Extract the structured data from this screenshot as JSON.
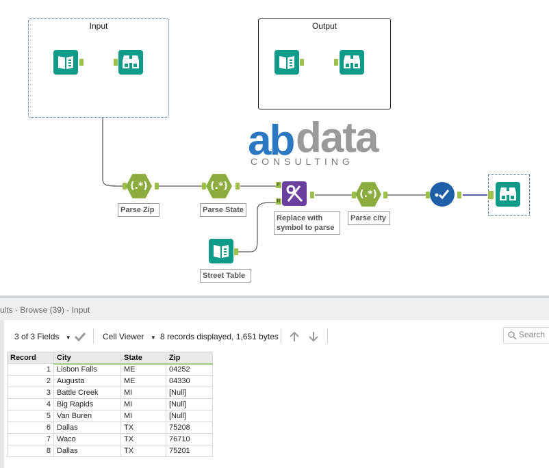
{
  "containers": {
    "input_title": "Input",
    "output_title": "Output"
  },
  "logo": {
    "part1": "ab",
    "part2": "data",
    "sub": "CONSULTING"
  },
  "tools": {
    "parse_zip": "Parse Zip",
    "parse_state": "Parse State",
    "replace_line1": "Replace with",
    "replace_line2": "symbol to parse",
    "parse_city": "Parse city",
    "street_table": "Street Table",
    "regex_glyph": "(.*)",
    "anchor_f": "F",
    "anchor_r": "R"
  },
  "results": {
    "title": "ults - Browse (39) - Input",
    "fields_label": "3 of 3 Fields",
    "cell_viewer": "Cell Viewer",
    "records_info": "8 records displayed, 1,651 bytes",
    "search_placeholder": "Search"
  },
  "table": {
    "headers": [
      "Record",
      "City",
      "State",
      "Zip"
    ],
    "rows": [
      [
        "1",
        "Lisbon Falls",
        "ME",
        "04252"
      ],
      [
        "2",
        "Augusta",
        "ME",
        "04330"
      ],
      [
        "3",
        "Battle Creek",
        "MI",
        "[Null]"
      ],
      [
        "4",
        "Big Rapids",
        "MI",
        "[Null]"
      ],
      [
        "5",
        "Van Buren",
        "MI",
        "[Null]"
      ],
      [
        "6",
        "Dallas",
        "TX",
        "75208"
      ],
      [
        "7",
        "Waco",
        "TX",
        "76710"
      ],
      [
        "8",
        "Dallas",
        "TX",
        "75201"
      ]
    ]
  },
  "colors": {
    "teal": "#0f9a8a",
    "olive": "#8cac3f",
    "purple": "#6b3fa0",
    "blue": "#1f5fa8",
    "anchor_green": "#9cc04a",
    "logo_blue": "#2a78c2",
    "logo_gray": "#9a9a9a"
  }
}
